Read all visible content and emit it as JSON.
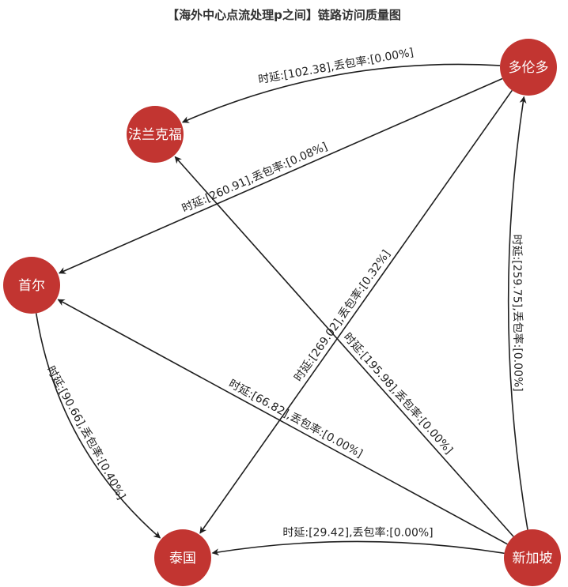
{
  "title": "【海外中心点流处理p之间】链路访问质量图",
  "colors": {
    "node": "#c23531",
    "edge": "#1f1f1f",
    "label": "#222222"
  },
  "nodes": [
    {
      "id": "toronto",
      "label": "多伦多"
    },
    {
      "id": "frankfurt",
      "label": "法兰克福"
    },
    {
      "id": "seoul",
      "label": "首尔"
    },
    {
      "id": "thailand",
      "label": "泰国"
    },
    {
      "id": "singapore",
      "label": "新加坡"
    }
  ],
  "edges": [
    {
      "id": "toronto-frankfurt",
      "source": "toronto",
      "target": "frankfurt",
      "label": "时延:[102.38],丢包率:[0.00%]"
    },
    {
      "id": "toronto-seoul",
      "source": "toronto",
      "target": "seoul",
      "label": "时延:[260.91],丢包率:[0.08%]"
    },
    {
      "id": "toronto-thailand",
      "source": "toronto",
      "target": "thailand",
      "label": "时延:[269.02],丢包率:[0.32%]"
    },
    {
      "id": "singapore-toronto",
      "source": "singapore",
      "target": "toronto",
      "label": "时延:[259.75],丢包率:[0.00%]"
    },
    {
      "id": "singapore-frankfurt",
      "source": "singapore",
      "target": "frankfurt",
      "label": "时延:[195.98],丢包率:[0.00%]"
    },
    {
      "id": "singapore-seoul",
      "source": "singapore",
      "target": "seoul",
      "label": "时延:[66.82],丢包率:[0.00%]"
    },
    {
      "id": "singapore-thailand",
      "source": "singapore",
      "target": "thailand",
      "label": "时延:[29.42],丢包率:[0.00%]"
    },
    {
      "id": "seoul-thailand",
      "source": "seoul",
      "target": "thailand",
      "label": "时延:[90.66],丢包率:[0.40%]"
    }
  ]
}
